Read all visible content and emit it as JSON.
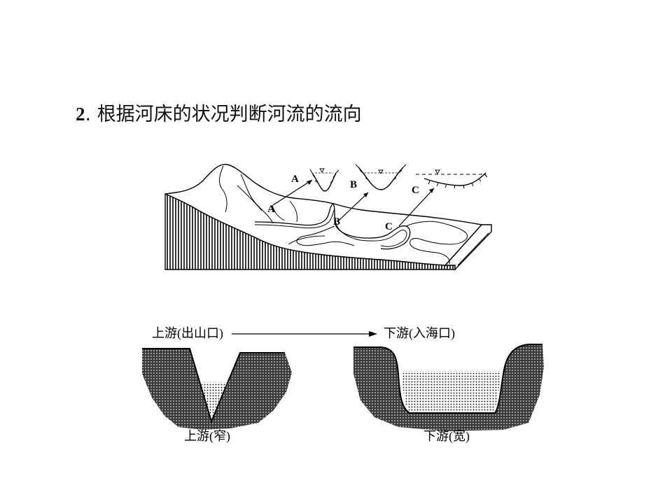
{
  "title": {
    "number": "2",
    "separator": ".",
    "text": "根据河床的状况判断河流的流向"
  },
  "top_figure": {
    "labels": {
      "a_land": "A",
      "b_land": "B",
      "c_land": "C",
      "a_inset": "A",
      "b_inset": "B",
      "c_inset": "C"
    }
  },
  "bottom_figure": {
    "upstream_mouth": "上游(出山口)",
    "downstream_mouth": "下游(入海口)",
    "upstream_narrow": "上游(窄)",
    "downstream_wide": "下游(宽)"
  }
}
